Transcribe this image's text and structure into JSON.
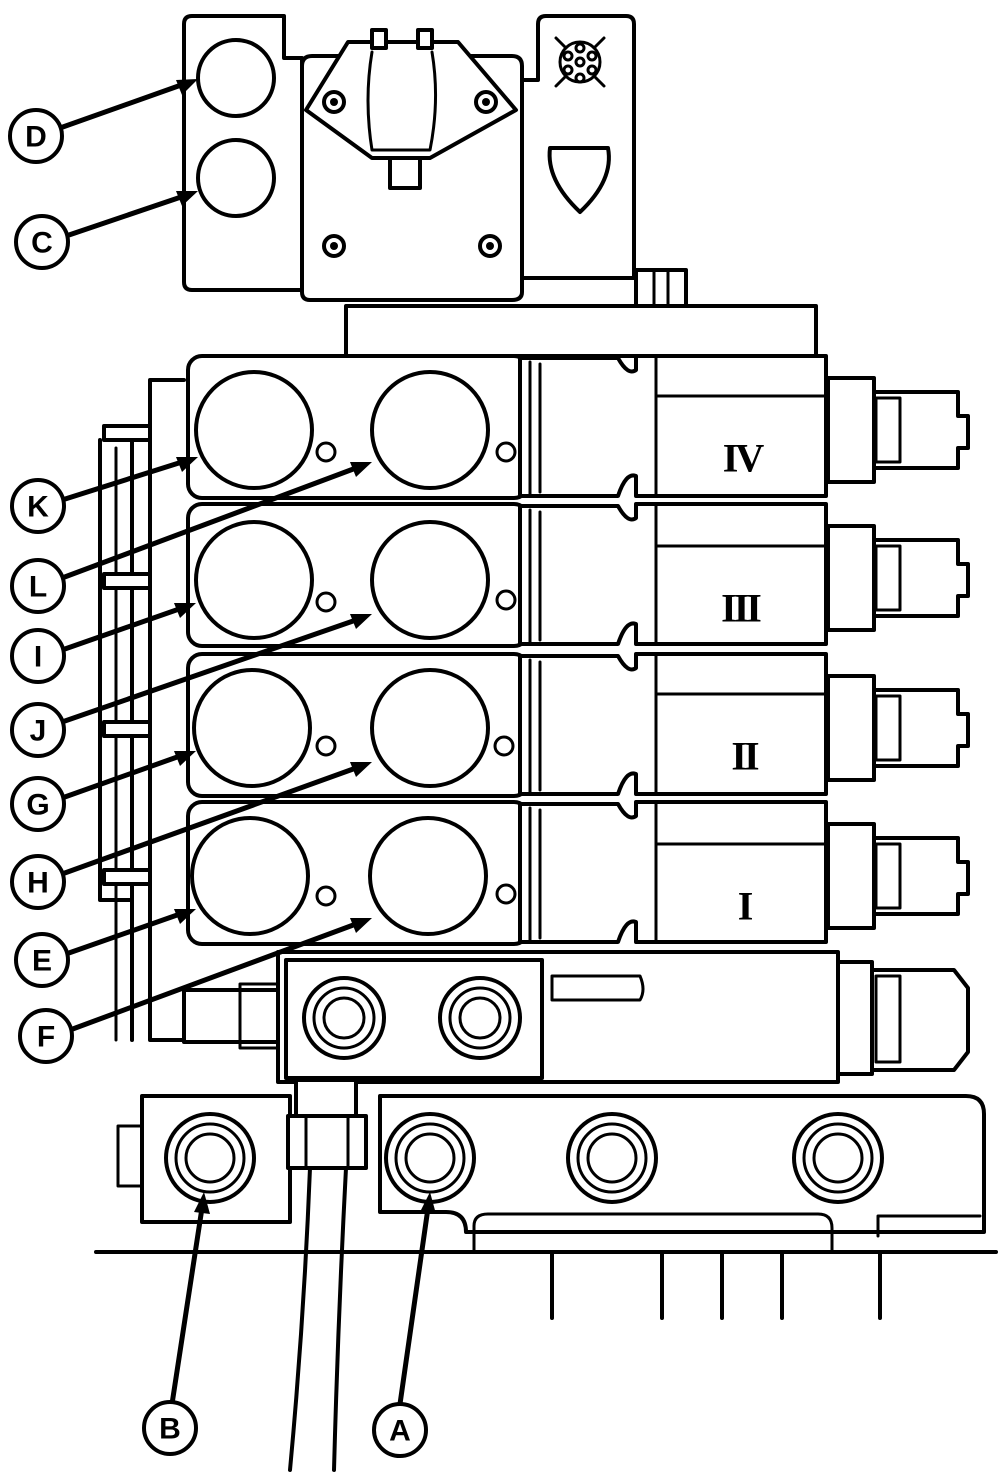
{
  "callouts": {
    "A": "A",
    "B": "B",
    "C": "C",
    "D": "D",
    "E": "E",
    "F": "F",
    "G": "G",
    "H": "H",
    "I": "I",
    "J": "J",
    "K": "K",
    "L": "L"
  },
  "sections": {
    "s1": "I",
    "s2": "II",
    "s3": "III",
    "s4": "IV"
  },
  "colors": {
    "line": "#000000",
    "background": "#ffffff"
  }
}
